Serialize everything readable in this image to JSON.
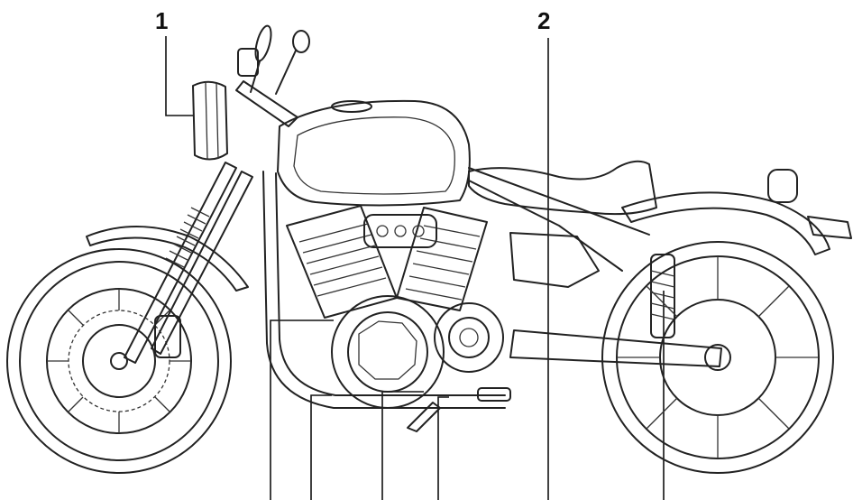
{
  "callouts": [
    {
      "id": "1",
      "label": "1"
    },
    {
      "id": "2",
      "label": "2"
    }
  ],
  "colors": {
    "line": "#222222",
    "background": "#ffffff"
  }
}
